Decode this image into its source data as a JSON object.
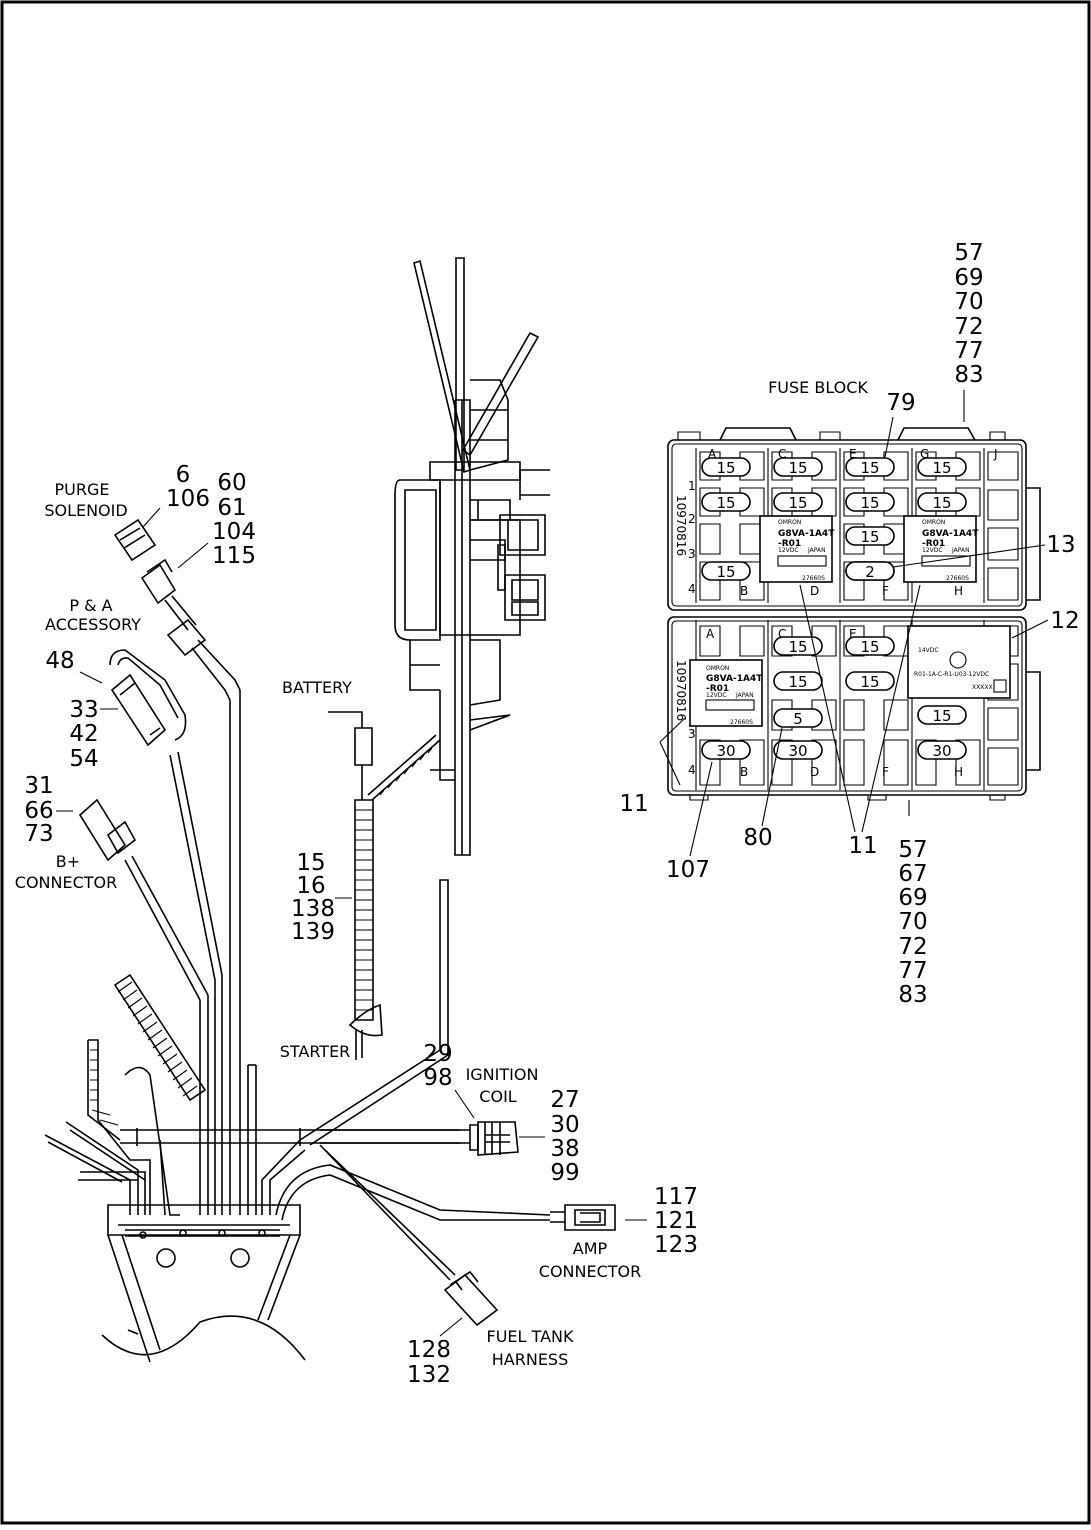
{
  "diagram": {
    "labels": {
      "purge_solenoid": [
        "PURGE",
        "SOLENOID"
      ],
      "pa_accessory": [
        "P & A",
        "ACCESSORY"
      ],
      "b_plus_connector": [
        "B+",
        "CONNECTOR"
      ],
      "battery": "BATTERY",
      "starter": "STARTER",
      "ignition_coil": [
        "IGNITION",
        "COIL"
      ],
      "amp_connector": [
        "AMP",
        "CONNECTOR"
      ],
      "fuel_tank_harness": [
        "FUEL TANK",
        "HARNESS"
      ],
      "fuse_block": "FUSE BLOCK"
    },
    "callouts": {
      "purge_left": [
        "6",
        "106"
      ],
      "purge_right": [
        "60",
        "61",
        "104",
        "115"
      ],
      "pa_top": "48",
      "pa_side": [
        "33",
        "42",
        "54"
      ],
      "bplus": [
        "31",
        "66",
        "73"
      ],
      "harness": [
        "15",
        "16",
        "138",
        "139"
      ],
      "ignition_left": [
        "29",
        "98"
      ],
      "ignition_right": [
        "27",
        "30",
        "38",
        "99"
      ],
      "amp": [
        "117",
        "121",
        "123"
      ],
      "fuel": [
        "128",
        "132"
      ],
      "fuse_top": [
        "57",
        "69",
        "70",
        "72",
        "77",
        "83"
      ],
      "fuse_bottom": [
        "57",
        "67",
        "69",
        "70",
        "72",
        "77",
        "83"
      ],
      "c79": "79",
      "c13": "13",
      "c12": "12",
      "c11_left": "11",
      "c11_right": "11",
      "c107": "107",
      "c80": "80"
    },
    "fuse_block": {
      "upper": {
        "side_code": "10970816",
        "top_letters": [
          "A",
          "C",
          "E",
          "G",
          "J"
        ],
        "bottom_letters": [
          "B",
          "D",
          "F",
          "H"
        ],
        "rows": [
          "1",
          "2",
          "3",
          "4"
        ],
        "fuses": [
          "15",
          "15",
          "15",
          "15",
          "15",
          "15",
          "15",
          "15",
          "15",
          "15",
          "2"
        ],
        "relay_left": {
          "brand": "OMRON",
          "model": [
            "G8VA-1A4T",
            "-R01"
          ],
          "spec": "12VDC",
          "origin": "JAPAN",
          "code": "27660S"
        },
        "relay_right": {
          "brand": "OMRON",
          "model": [
            "G8VA-1A4T",
            "-R01"
          ],
          "spec": "12VDC",
          "origin": "JAPAN",
          "code": "27660S"
        }
      },
      "lower": {
        "side_code": "10970816",
        "top_letters": [
          "A",
          "C",
          "E"
        ],
        "bottom_letters": [
          "B",
          "D",
          "F",
          "H"
        ],
        "rows": [
          "3",
          "4"
        ],
        "fuses": [
          "15",
          "15",
          "15",
          "15",
          "5",
          "15",
          "30",
          "30",
          "30"
        ],
        "relay_left": {
          "brand": "OMRON",
          "model": [
            "G8VA-1A4T",
            "-R01"
          ],
          "spec": "12VDC",
          "origin": "JAPAN",
          "code": "27660S"
        },
        "relay_right": {
          "spec": "14VDC",
          "part": "R01-1A-C-R1-U03-12VDC",
          "serial": "XXXXX"
        }
      }
    }
  }
}
